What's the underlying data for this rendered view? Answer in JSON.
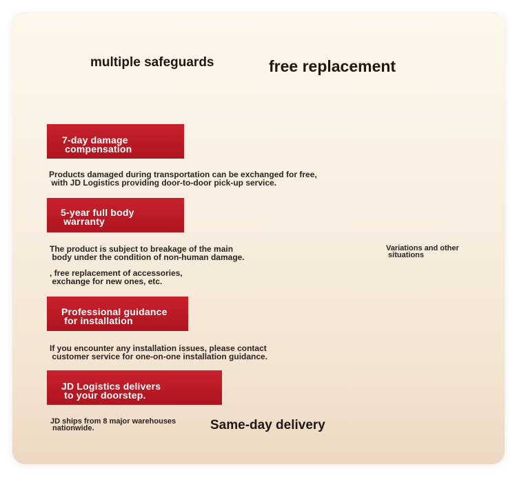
{
  "headlines": {
    "multiple_safeguards": "multiple safeguards",
    "free_replacement": "free replacement",
    "same_day_delivery": "Same-day delivery"
  },
  "sections": [
    {
      "tag": "7-day damage\n compensation",
      "description": "Products damaged during transportation can be exchanged for free,\n with JD Logistics providing door-to-door pick-up service."
    },
    {
      "tag": "5-year full body\n warranty",
      "description": "The product is subject to breakage of the main\n body under the condition of non-human damage.",
      "description_extra": ", free replacement of accessories,\n exchange for new ones, etc.",
      "side_note": "Variations and other\n situations"
    },
    {
      "tag": "Professional guidance\n for installation",
      "description": "If you encounter any installation issues, please contact\n customer service for one-on-one installation guidance."
    },
    {
      "tag": "JD Logistics delivers\n to your doorstep.",
      "description": "JD ships from 8 major warehouses\n nationwide."
    }
  ],
  "colors": {
    "tag_red": "#c8212c",
    "text_dark": "#1f1712",
    "card_background": "#f8eedf"
  }
}
